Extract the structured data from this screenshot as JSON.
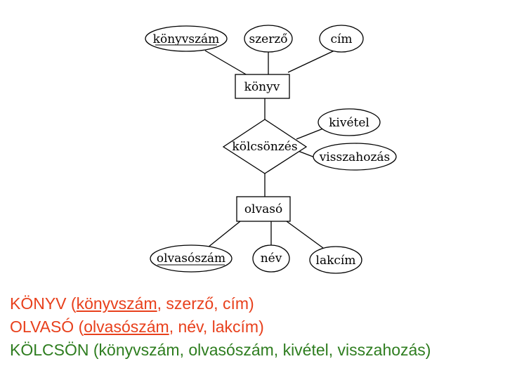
{
  "diagram": {
    "entities": {
      "book": "könyv",
      "reader": "olvasó"
    },
    "relationship": "kölcsönzés",
    "book_attributes": {
      "key": "könyvszám",
      "author": "szerző",
      "title": "cím"
    },
    "loan_attributes": {
      "checkout": "kivétel",
      "return": "visszahozás"
    },
    "reader_attributes": {
      "key": "olvasószám",
      "name": "név",
      "address": "lakcím"
    }
  },
  "relations": {
    "book": {
      "name": "KÖNYV",
      "open": " (",
      "key": "könyvszám",
      "rest": ", szerző, cím)",
      "color": "#e8401c"
    },
    "reader": {
      "name": "OLVASÓ",
      "open": " (",
      "key": "olvasószám",
      "rest": ", név, lakcím)",
      "color": "#e8401c"
    },
    "loan": {
      "name": "KÖLCSÖN",
      "text": " (könyvszám, olvasószám, kivétel, visszahozás)",
      "color": "#2e7d1f"
    }
  }
}
